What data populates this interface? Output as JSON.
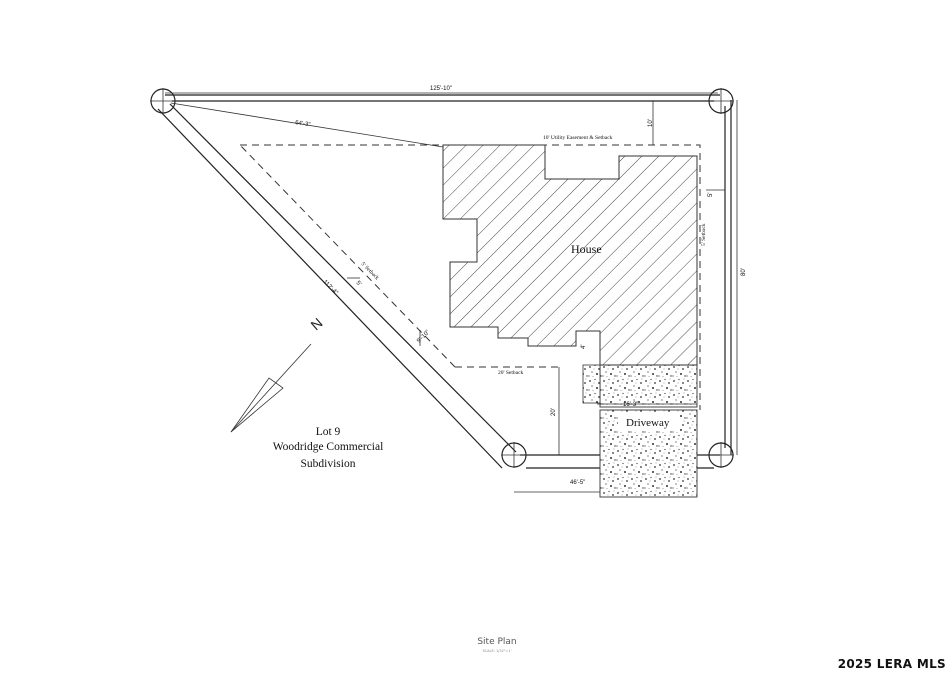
{
  "plan": {
    "dimensions": {
      "top": "125'-10\"",
      "diagonal_top": "64'-3\"",
      "right": "80'",
      "easement_depth": "10'",
      "right_setback_depth": "5'",
      "left_diagonal": "112'-4\"",
      "left_setback_depth": "5'",
      "front_setback_depth": "9'-10\"",
      "front_dim": "20'",
      "driveway_width": "16'-3\"",
      "bottom": "46'-5\"",
      "walk_width": "4'"
    },
    "notes": {
      "easement": "10' Utility Easement & Setback",
      "right_setback": "5' Setback",
      "left_setback": "5' Setback",
      "front_setback": "20' Setback"
    },
    "labels": {
      "house": "House",
      "driveway": "Driveway",
      "lot_line1": "Lot 9",
      "lot_line2": "Woodridge Commercial",
      "lot_line3": "Subdivision",
      "north": "N"
    },
    "title": "Site Plan",
    "scale": "SCALE: 1/32\"=1'"
  },
  "watermark": "2025 LERA MLS"
}
